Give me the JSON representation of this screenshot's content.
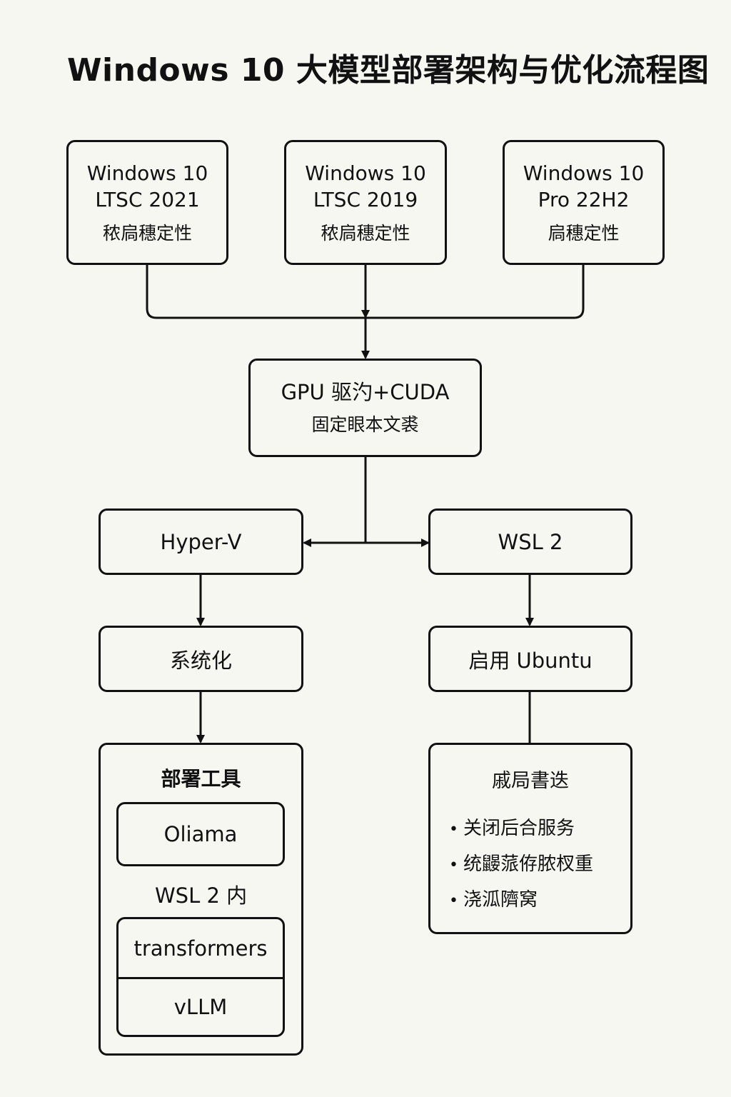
{
  "title": "Windows 10 大模型部署架构与优化流程图",
  "os_versions": [
    {
      "line1": "Windows 10",
      "line2": "LTSC 2021",
      "note": "秾扃穗定性"
    },
    {
      "line1": "Windows 10",
      "line2": "LTSC 2019",
      "note": "秾扃穗定性"
    },
    {
      "line1": "Windows 10",
      "line2": "Pro 22H2",
      "note": "扃穗定性"
    }
  ],
  "gpu": {
    "main": "GPU 驱汋+CUDA",
    "sub": "固定眼本文裘"
  },
  "hyperv": "Hyper-V",
  "wsl": "WSL 2",
  "systemize": "系统化",
  "ubuntu": "启用 Ubuntu",
  "tools": {
    "heading": "部署工具",
    "ollama": "Oliama",
    "wsl_label": "WSL 2 内",
    "transformers": "transformers",
    "vllm": "vLLM"
  },
  "optimize": {
    "heading": "戚局書迭",
    "bullet": "•",
    "items": [
      "关闭后合服务",
      "统鼹蒎侟脓杈重",
      "浇泒隮窝"
    ]
  }
}
